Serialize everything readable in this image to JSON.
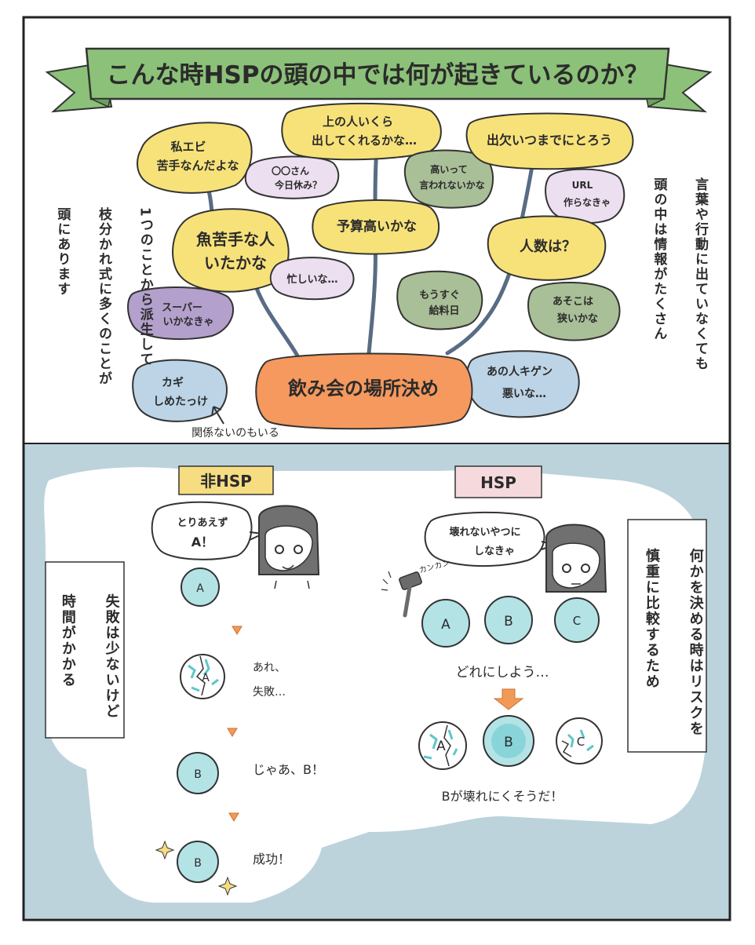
{
  "colors": {
    "border": "#222222",
    "ribbon": "#8cc179",
    "ribbon_dark": "#6aa15b",
    "bottom_bg": "#bcd3dc",
    "yellow": "#f7e27a",
    "green": "#a9bf97",
    "lavender": "#ecdff0",
    "purple": "#b3a0cc",
    "blue": "#bcd4e6",
    "orange": "#f5995e",
    "branch": "#586c84",
    "hsp_tag": "#f6d9dc",
    "nonhsp_tag": "#f7dd82",
    "ball": "#b4e3e6",
    "ball_core": "#5ec6cc",
    "arrow": "#f19a58"
  },
  "title": "こんな時HSPの頭の中では何が起きているのか？",
  "mindmap": {
    "center": "飲み会の場所決め",
    "n_watashi": [
      "私エビ",
      "苦手なんだよな"
    ],
    "n_sakana": [
      "魚苦手な人",
      "いたかな"
    ],
    "n_yasumi": [
      "〇〇さん",
      "今日休み？"
    ],
    "n_isogashii": "忙しいな…",
    "n_super": [
      "スーパー",
      "いかなきゃ"
    ],
    "n_kagi": [
      "カギ",
      "しめたっけ"
    ],
    "n_ue": [
      "上の人いくら",
      "出してくれるかな…"
    ],
    "n_yosan": "予算高いかな",
    "n_takai": [
      "高いって",
      "言われないかな"
    ],
    "n_kyuryo": [
      "もうすぐ",
      "給料日"
    ],
    "n_shukketsu": "出欠いつまでにとろう",
    "n_url": [
      "URL",
      "作らなきゃ"
    ],
    "n_ninzu": "人数は？",
    "n_asoko": [
      "あそこは",
      "狭いかな"
    ],
    "n_kigen": [
      "あの人キゲン",
      "悪いな…"
    ],
    "unrelated_note": "関係ないのもいる",
    "left_caption": [
      "1つのことから派生して",
      "枝分かれ式に多くのことが",
      "頭にあります"
    ],
    "right_caption": [
      "言葉や行動に出ていなくても",
      "頭の中は情報がたくさん"
    ]
  },
  "nonhsp": {
    "tag": "非HSP",
    "speech": [
      "とりあえず",
      "A！"
    ],
    "ball_1": "A",
    "broken_ball": "A",
    "fail_text": [
      "あれ、",
      "失敗…"
    ],
    "ball_2": "B",
    "try_b": "じゃあ、B！",
    "ball_3": "B",
    "success": "成功！",
    "caption": [
      "失敗は少ないけど",
      "時間がかかる"
    ]
  },
  "hsp": {
    "tag": "HSP",
    "speech": [
      "壊れないやつに",
      "しなきゃ"
    ],
    "sfx": "カンカン",
    "options": [
      "A",
      "B",
      "C"
    ],
    "which": "どれにしよう…",
    "results": [
      "A",
      "B",
      "C"
    ],
    "conclusion": "Bが壊れにくそうだ！",
    "caption": [
      "何かを決める時はリスクを",
      "慎重に比較するため"
    ]
  }
}
